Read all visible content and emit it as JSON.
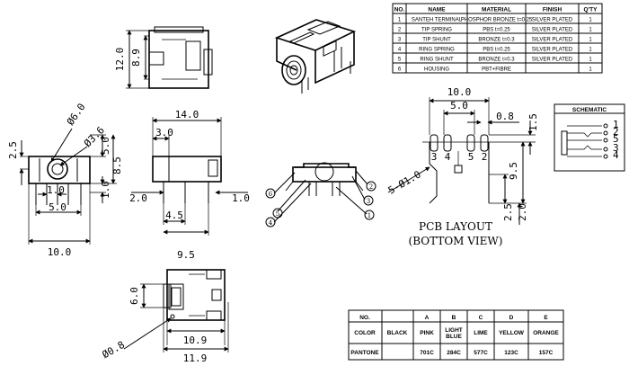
{
  "parts_table": {
    "headers": [
      "NO.",
      "NAME",
      "MATERIAL",
      "FINISH",
      "Q'TY"
    ],
    "rows": [
      {
        "no": "1",
        "name": "SANTEH TERMINAL",
        "material": "PHOSPHOR BRONZE t=0.25",
        "finish": "SILVER PLATED",
        "qty": "1"
      },
      {
        "no": "2",
        "name": "TIP SPRING",
        "material": "PBS t=0.25",
        "finish": "SILVER PLATED",
        "qty": "1"
      },
      {
        "no": "3",
        "name": "TIP SHUNT",
        "material": "BRONZE t=0.3",
        "finish": "SILVER PLATED",
        "qty": "1"
      },
      {
        "no": "4",
        "name": "RING SPRING",
        "material": "PBS t=0.25",
        "finish": "SILVER PLATED",
        "qty": "1"
      },
      {
        "no": "5",
        "name": "RING SHUNT",
        "material": "BRONZE t=0.3",
        "finish": "SILVER PLATED",
        "qty": "1"
      },
      {
        "no": "6",
        "name": "HOUSING",
        "material": "PBT+FIBRE",
        "finish": "",
        "qty": "1"
      }
    ]
  },
  "color_table": {
    "header_label": "NO.",
    "color_label": "COLOR",
    "pantone_label": "PANTONE",
    "base": "BLACK",
    "columns": [
      {
        "letter": "A",
        "color": "PINK",
        "pantone": "701C"
      },
      {
        "letter": "B",
        "color": "LIGHT BLUE",
        "pantone": "284C"
      },
      {
        "letter": "C",
        "color": "LIME",
        "pantone": "577C"
      },
      {
        "letter": "D",
        "color": "YELLOW",
        "pantone": "123C"
      },
      {
        "letter": "E",
        "color": "ORANGE",
        "pantone": "157C"
      }
    ]
  },
  "top_view_dims": {
    "overall": "12.0",
    "inner": "8.9"
  },
  "front_view_dims": {
    "top": "2.5",
    "dia_outer": "Ø6.0",
    "dia_inner": "Ø3.6",
    "right_top": "5.0",
    "right_mid": "8.5",
    "right_low": "1.0",
    "bottom_a": "1.0",
    "bottom_b": "5.0",
    "bottom_c": "10.0"
  },
  "side_view_dims": {
    "length": "14.0",
    "nose": "3.0",
    "left_pin": "2.0",
    "right_pin": "1.0",
    "pin_spacing": "4.5",
    "pin_span": "9.5"
  },
  "bottom_view_dims": {
    "height": "6.0",
    "inner_width": "10.9",
    "outer_width": "11.9",
    "hole": "Ø0.8"
  },
  "pin_callouts": [
    "6",
    "4",
    "5",
    "3",
    "2",
    "1"
  ],
  "pcb_layout": {
    "title": "PCB LAYOUT",
    "subtitle": "(BOTTOM VIEW)",
    "dims": {
      "width": "10.0",
      "inner": "5.0",
      "pad": "0.8",
      "offset": "1.5",
      "height": "9.5",
      "lower": "2.5",
      "bottom": "2.0",
      "holes": "5-Ø1.0"
    },
    "pad_numbers": [
      "3",
      "4",
      "5",
      "2"
    ]
  },
  "schematic": {
    "title": "SCHEMATIC",
    "pins": [
      "1",
      "2",
      "5",
      "3",
      "4"
    ]
  }
}
